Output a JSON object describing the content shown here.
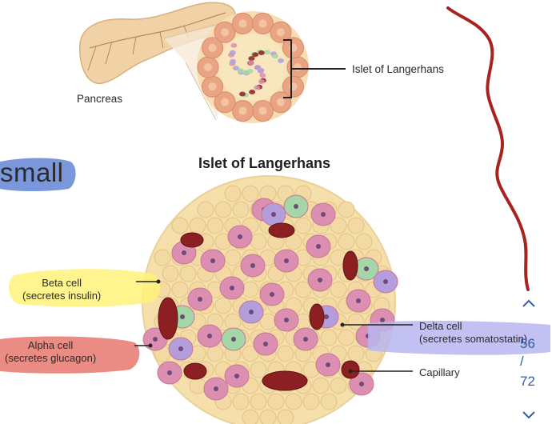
{
  "diagram": {
    "title": "Islet of Langerhans",
    "top_labels": {
      "pancreas": "Pancreas",
      "islet": "Islet of Langerhans"
    },
    "cell_labels": {
      "beta": [
        "Beta cell",
        "(secretes insulin)"
      ],
      "alpha": [
        "Alpha cell",
        "(secretes glucagon)"
      ],
      "delta": [
        "Delta cell",
        "(secretes somatostatin)"
      ],
      "capillary": "Capillary"
    },
    "colors": {
      "beta_highlight": "#fff27a",
      "alpha_highlight": "#e8786e",
      "delta_highlight": "#b9b6f0",
      "small_highlight": "#6b8cd8",
      "annotation_line": "#a8231f",
      "beta_cell": "#dc8fb0",
      "alpha_cell": "#b39ddb",
      "delta_cell": "#a5d6a7",
      "capillary": "#8b1f22",
      "acinar": "#f3d9a4"
    }
  },
  "annotation": {
    "handwritten_word": "small"
  },
  "pager": {
    "current": "56",
    "separator": "/",
    "total": "72",
    "up_icon": "chevron-up-icon",
    "down_icon": "chevron-down-icon"
  }
}
